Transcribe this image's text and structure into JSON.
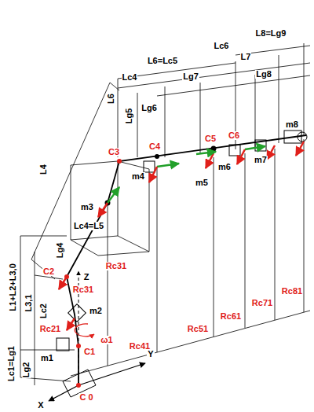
{
  "diagram": {
    "labels": [
      "L8=Lg9",
      "Lc6",
      "L7",
      "L6=Lc5",
      "Lg8",
      "Lg7",
      "Lc4",
      "L6",
      "Lg6",
      "Lg5",
      "C4",
      "C6",
      "m8",
      "C3",
      "C5",
      "m7",
      "m4",
      "m6",
      "L4",
      "m5",
      "m3",
      "Lc4=L5",
      "Lg4",
      "Rc31",
      "C2",
      "Z",
      "Rc31",
      "L1+L2+L3,0",
      "L3,1",
      "Lc2",
      "Rc21",
      "m2",
      "ω1",
      "Rc41",
      "m1",
      "C1",
      "Lc1=Lg1",
      "Lg2",
      "Y",
      "C 0",
      "X",
      "Rc51",
      "Rc61",
      "Rc71",
      "Rc81"
    ]
  }
}
